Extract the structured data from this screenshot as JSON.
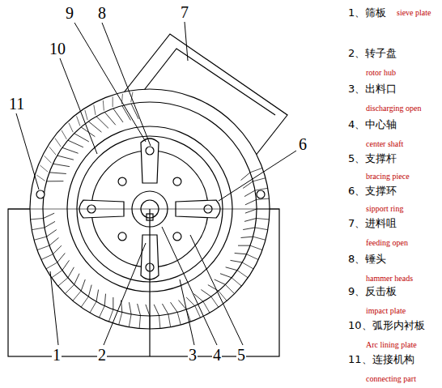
{
  "diagram": {
    "labels": [
      "9",
      "8",
      "7",
      "10",
      "11",
      "6",
      "1",
      "2",
      "3",
      "4",
      "5",
      "1、筛板",
      "sieve plate",
      "2、转子盘",
      "rotor hub",
      "3、出料口",
      "discharging open",
      "4、中心轴",
      "center shaft",
      "5、支撑杆",
      "bracing piece",
      "6、支撑环",
      "sipport ring",
      "7、进料咀",
      "feeding open",
      "8、锤头",
      "hammer heads",
      "9、反击板",
      "impact plate",
      "10、弧形内衬板",
      "Arc lining plate",
      "11、连接机构",
      "connecting part"
    ]
  }
}
